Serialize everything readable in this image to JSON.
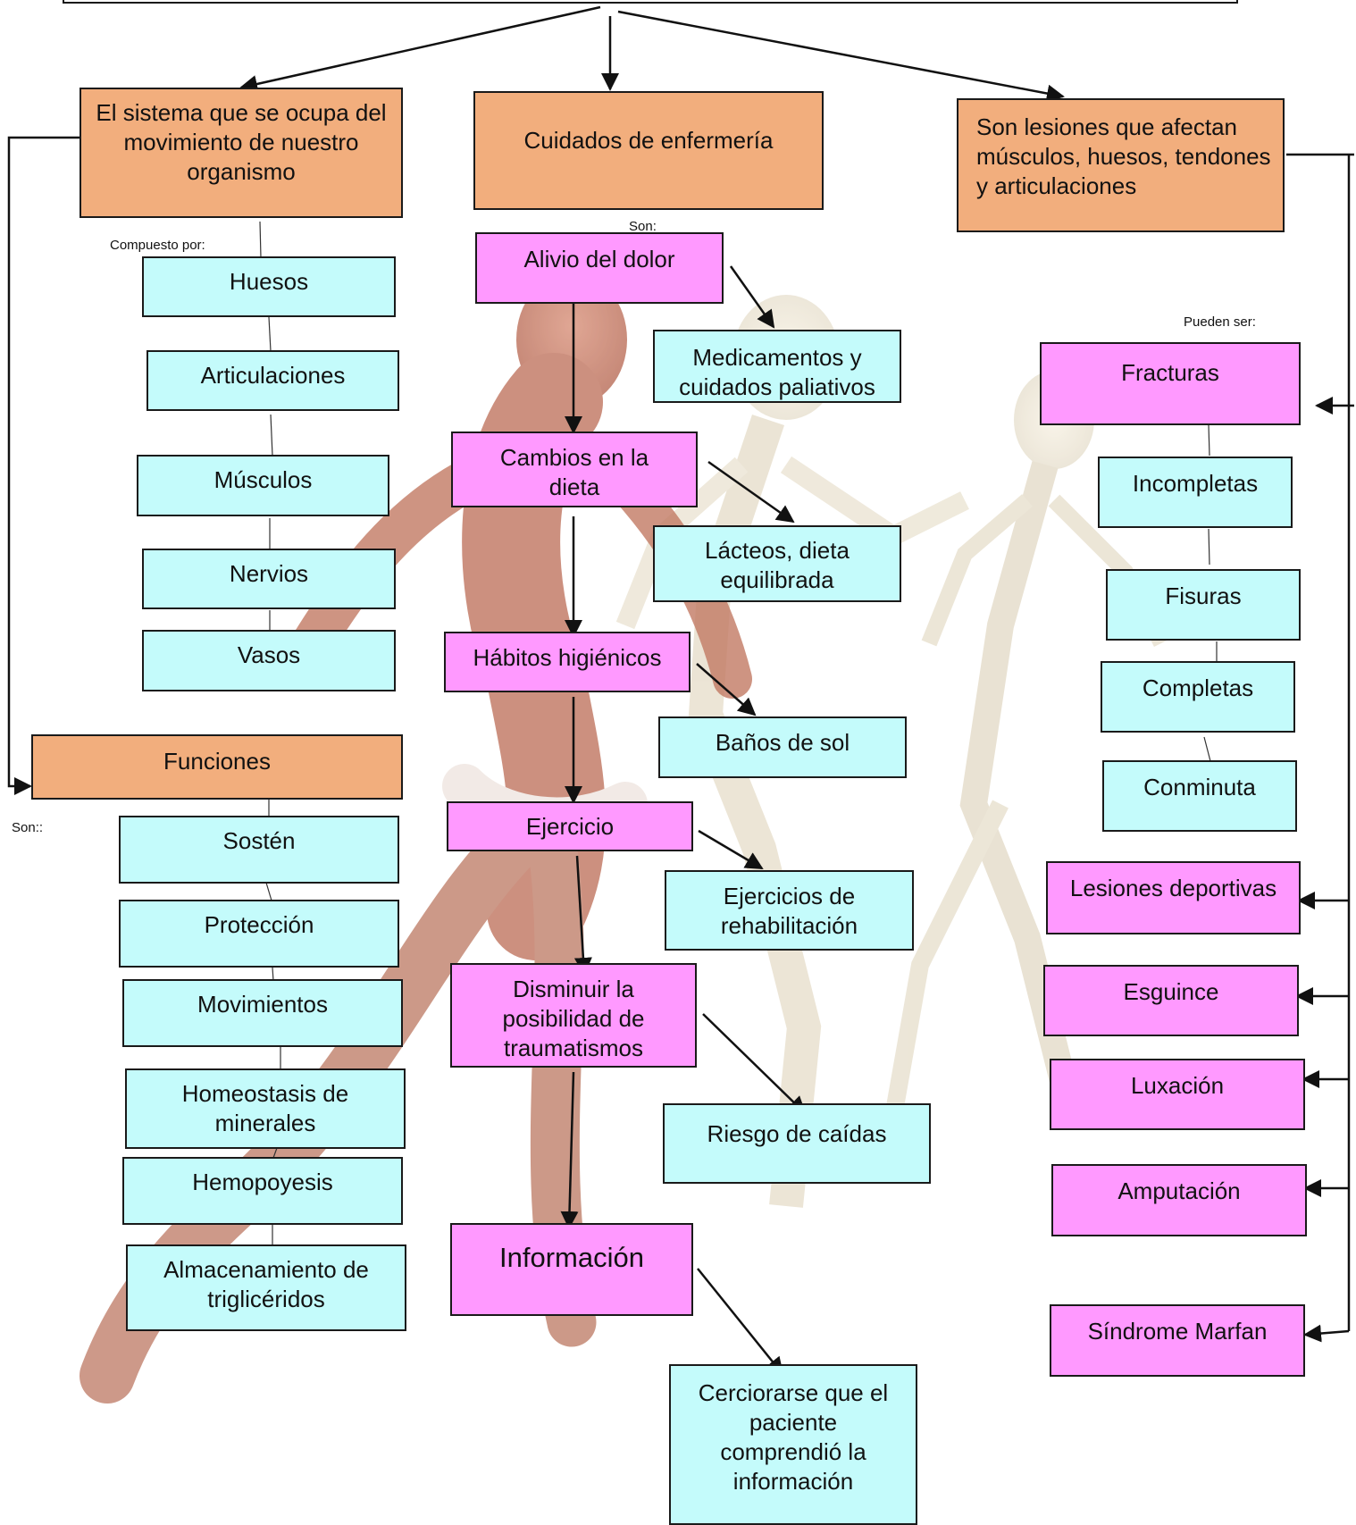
{
  "colors": {
    "orange": "#f2ae7d",
    "pink": "#ff99ff",
    "cyan": "#c4fbfb",
    "line": "#111111"
  },
  "decorative_image": "anatomy-muscle-and-skeleton-figures",
  "labels": {
    "compuesto_por": "Compuesto por:",
    "son_center": "Son:",
    "pueden_ser": "Pueden ser:",
    "son_left": "Son::"
  },
  "headers": {
    "sistema": "El sistema que se ocupa del movimiento de nuestro organismo",
    "cuidados": "Cuidados de enfermería",
    "lesiones": "Son lesiones que afectan músculos, huesos, tendones y articulaciones",
    "funciones": "Funciones"
  },
  "componentes": [
    "Huesos",
    "Articulaciones",
    "Músculos",
    "Nervios",
    "Vasos"
  ],
  "funciones_items": [
    "Sostén",
    "Protección",
    "Movimientos",
    "Homeostasis de minerales",
    "Hemopoyesis",
    "Almacenamiento de triglicéridos"
  ],
  "cuidados_items": [
    "Alivio del dolor",
    "Cambios en la dieta",
    "Hábitos higiénicos",
    "Ejercicio",
    "Disminuir la posibilidad de traumatismos",
    "Información"
  ],
  "cuidados_detalles": [
    "Medicamentos y cuidados paliativos",
    "Lácteos, dieta equilibrada",
    "Baños de sol",
    "Ejercicios de rehabilitación",
    "Riesgo de caídas",
    "Cerciorarse que el paciente comprendió la información"
  ],
  "lesiones_items": [
    "Fracturas",
    "Lesiones deportivas",
    "Esguince",
    "Luxación",
    "Amputación",
    "Síndrome Marfan"
  ],
  "fractura_tipos": [
    "Incompletas",
    "Fisuras",
    "Completas",
    "Conminuta"
  ]
}
